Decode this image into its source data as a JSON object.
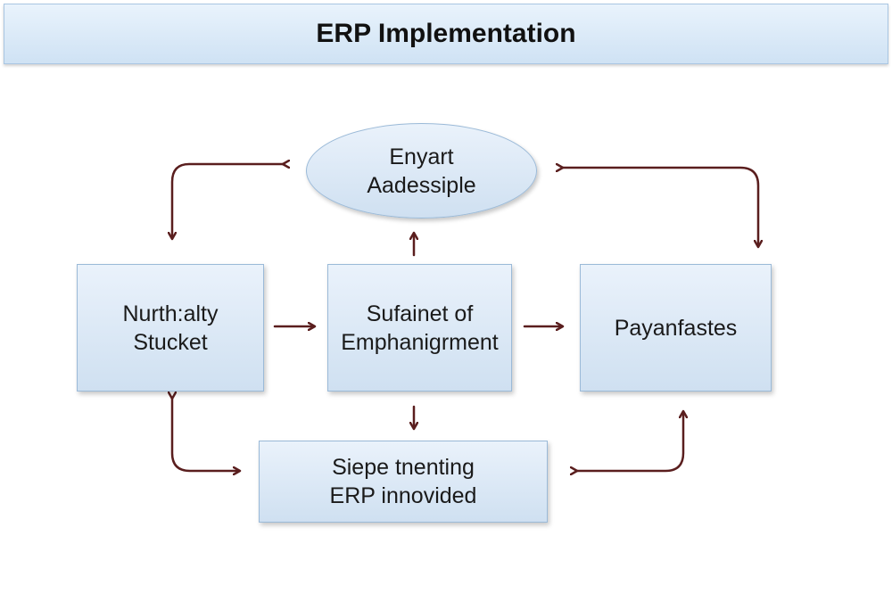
{
  "title": "ERP Implementation",
  "nodes": {
    "top": {
      "line1": "Enyart",
      "line2": "Aadessiple"
    },
    "left": {
      "line1": "Nurth:alty",
      "line2": "Stucket"
    },
    "center": {
      "line1": "Sufainet of",
      "line2": "Emphanigrment"
    },
    "right": {
      "line1": "Payanfastes"
    },
    "bottom": {
      "line1": "Siepe tnenting",
      "line2": "ERP innovided"
    }
  },
  "colors": {
    "arrow": "#5a1e1e",
    "node_border": "#9bbad8",
    "node_fill_top": "#eaf2fb",
    "node_fill_bottom": "#cfe0f1"
  }
}
